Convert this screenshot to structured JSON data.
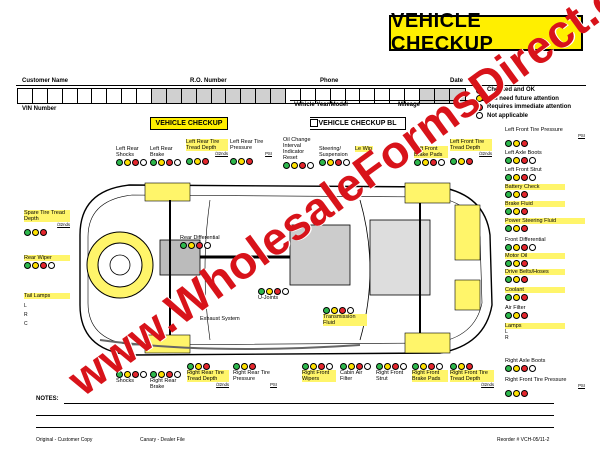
{
  "header": {
    "title": "VEHICLE CHECKUP",
    "customer_name": "Customer Name",
    "ro_number": "R.O. Number",
    "phone": "Phone",
    "date": "Date",
    "vin_number": "VIN Number",
    "vehicle_year_model": "Vehicle Year/Model",
    "mileage": "Mileage"
  },
  "legend": [
    {
      "label": "Checked and OK",
      "color": "#2eb84d"
    },
    {
      "label": "Will need future attention",
      "color": "#ffe100"
    },
    {
      "label": "Requires immediate attention",
      "color": "#e3262d"
    },
    {
      "label": "Not applicable",
      "color": "#ffffff"
    }
  ],
  "section_titles": {
    "left": "VEHICLE CHECKUP",
    "right": "VEHICLE CHECKUP BL"
  },
  "items": {
    "left_rear_shocks": "Left Rear Shocks",
    "left_rear_brake": "Left Rear Brake",
    "left_rear_tire_tread": "Left Rear Tire Tread Depth",
    "tread_unit": "/32nds",
    "left_rear_tire_pressure": "Left Rear Tire Pressure",
    "psi": "PSI",
    "oil_change": "Oil Change Interval Indicator Reset",
    "steering_suspension": "Steering/ Suspension",
    "left_wipers_partial": "Le Wip",
    "left_front_brake_pads": "Left Front Brake Pads",
    "left_front_tire_tread": "Left Front Tire Tread Depth",
    "left_front_tire_pressure": "Left Front Tire Pressure",
    "left_axle_boots": "Left Axle Boots",
    "left_front_strut": "Left Front Strut",
    "battery_check": "Battery Check",
    "brake_fluid": "Brake Fluid",
    "power_steering_fluid": "Power Steering Fluid",
    "front_differential": "Front Differential",
    "motor_oil": "Motor Oil",
    "drive_belts_hoses": "Drive Belts/Hoses",
    "coolant": "Coolant",
    "air_filter": "Air Filter",
    "lamps": "Lamps",
    "lamp_l": "L",
    "lamp_r": "R",
    "right_axle_boots": "Right Axle Boots",
    "right_front_tire_pressure": "Right Front Tire Pressure",
    "spare_tire_tread": "Spare Tire Tread Depth",
    "rear_wiper": "Rear Wiper",
    "tail_lamps": "Tail Lamps",
    "tail_l": "L",
    "tail_r": "R",
    "tail_c": "C",
    "rear_differential": "Rear Differential",
    "u_joints": "U-Joints",
    "transmission_fluid": "Transmission Fluid",
    "exhaust_system": "Exhaust System",
    "right_rear_shocks_partial": "Shocks",
    "right_rear_brake": "Right Rear Brake",
    "right_rear_tire_tread": "Right Rear Tire Tread Depth",
    "right_rear_tire_pressure": "Right Rear Tire Pressure",
    "right_front_wipers": "Right Front Wipers",
    "cabin_air_filter": "Cabin Air Filter",
    "right_front_strut": "Right Front Strut",
    "right_front_brake_pads": "Right Front Brake Pads",
    "right_front_tire_tread": "Right Front Tire Tread Depth"
  },
  "notes_label": "NOTES:",
  "footer": {
    "original": "Original - Customer Copy",
    "canary": "Canary - Dealer File",
    "reorder": "Reorder # VCH-05/11-2"
  },
  "watermark": "www.WholesaleFormsDirect.com"
}
